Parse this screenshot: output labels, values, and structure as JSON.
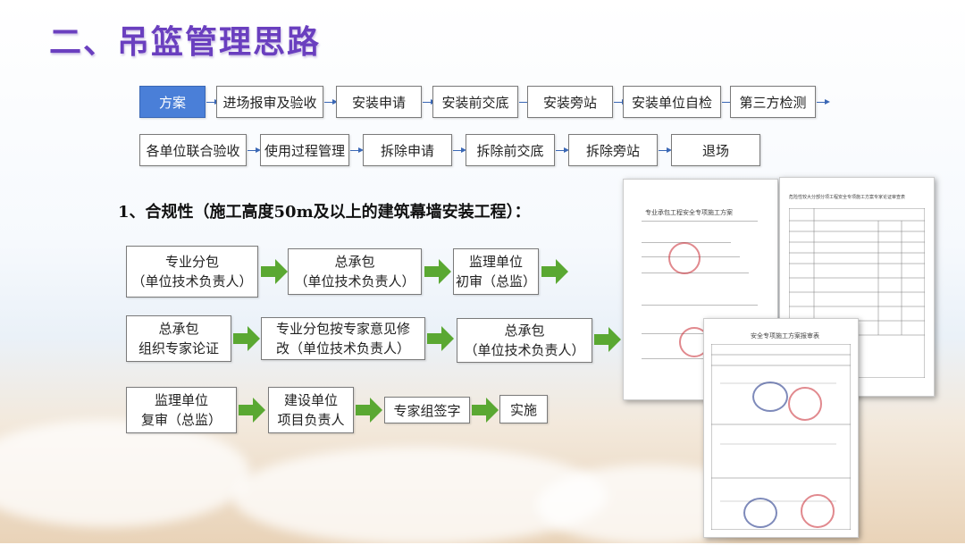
{
  "title": "二、吊篮管理思路",
  "flow_row1": [
    "方案",
    "进场报审及验收",
    "安装申请",
    "安装前交底",
    "安装旁站",
    "安装单位自检",
    "第三方检测"
  ],
  "flow_row2": [
    "各单位联合验收",
    "使用过程管理",
    "拆除申请",
    "拆除前交底",
    "拆除旁站",
    "退场"
  ],
  "section_title": "1、合规性（施工高度50m及以上的建筑幕墙安装工程）：",
  "steps": {
    "r1": [
      [
        "专业分包",
        "（单位技术负责人）"
      ],
      [
        "总承包",
        "（单位技术负责人）"
      ],
      [
        "监理单位",
        "初审（总监）"
      ]
    ],
    "r2": [
      [
        "总承包",
        "组织专家论证"
      ],
      [
        "专业分包按专家意见修",
        "改（单位技术负责人）"
      ],
      [
        "总承包",
        "（单位技术负责人）"
      ]
    ],
    "r3": [
      [
        "监理单位",
        "复审（总监）"
      ],
      [
        "建设单位",
        "项目负责人"
      ],
      [
        "专家组签字"
      ],
      [
        "实施"
      ]
    ]
  },
  "documents": {
    "doc1_header": "专业承包工程安全专项施工方案",
    "doc2_header": "危险性较大分部分项工程安全专项施工方案专家论证审查表",
    "doc3_header": "安全专项施工方案报审表"
  },
  "colors": {
    "title": "#6a3fbf",
    "active_box": "#4a7fd8",
    "green_arrow": "#5aa832"
  }
}
